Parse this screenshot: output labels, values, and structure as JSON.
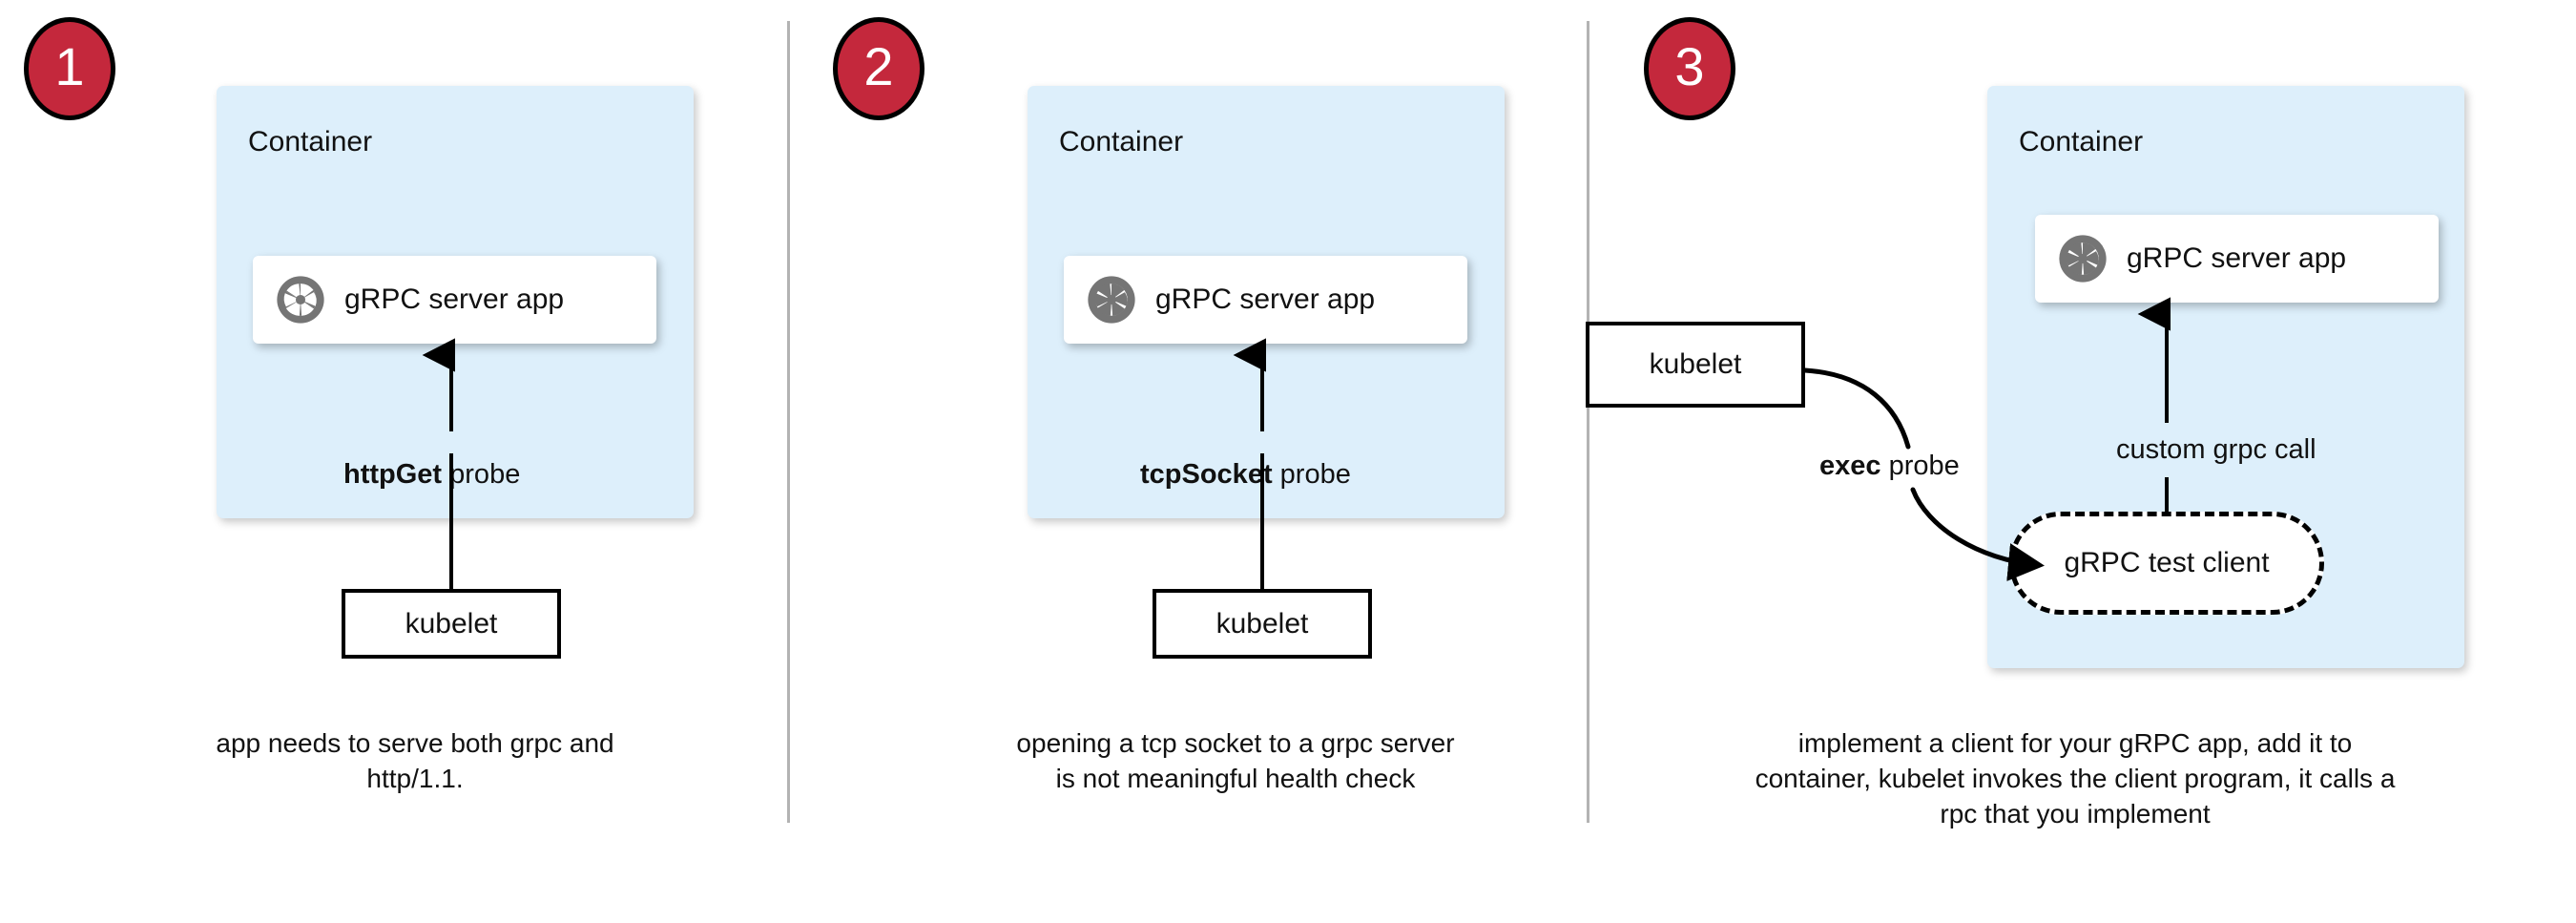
{
  "diagram": {
    "title_colors": {
      "badge_fill": "#c4283c",
      "badge_border": "#000000",
      "container_fill": "#ddeffb",
      "app_card_fill": "#ffffff",
      "divider": "#b3b3b3",
      "logo_gray": "#757575",
      "line_black": "#000000"
    },
    "icons": {
      "grpc_logo": "grpc-aperture-icon"
    }
  },
  "panels": [
    {
      "step": "1",
      "container_label": "Container",
      "app_label": "gRPC server app",
      "probe_label_bold": "httpGet",
      "probe_label_rest": " probe",
      "kubelet_label": "kubelet",
      "caption": "app needs to serve both grpc and http/1.1."
    },
    {
      "step": "2",
      "container_label": "Container",
      "app_label": "gRPC server app",
      "probe_label_bold": "tcpSocket",
      "probe_label_rest": " probe",
      "kubelet_label": "kubelet",
      "caption": "opening a tcp socket to a grpc server is not meaningful health check"
    },
    {
      "step": "3",
      "container_label": "Container",
      "app_label": "gRPC server app",
      "probe_label_bold": "exec",
      "probe_label_rest": " probe",
      "call_label": "custom grpc call",
      "test_client_label": "gRPC test client",
      "kubelet_label": "kubelet",
      "caption": "implement a client for your gRPC app, add it to container, kubelet invokes the client program, it calls a rpc that you implement"
    }
  ]
}
